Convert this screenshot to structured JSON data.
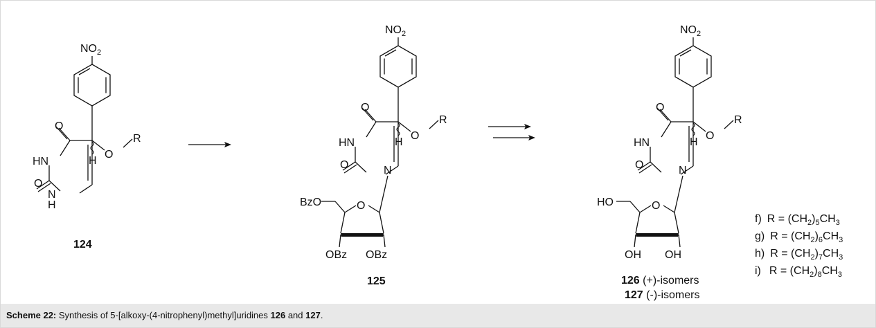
{
  "scheme": {
    "groups": {
      "nitro": "NO",
      "nitro_sub": "2",
      "carbonyl": "O",
      "nh": "HN",
      "nh_h": "H",
      "ring_n": "N",
      "alkoxy_o": "O",
      "alkoxy_r": "R",
      "methine_h": "H",
      "ring_o": "O",
      "bzo": "BzO",
      "obz": "OBz",
      "ho": "HO",
      "oh": "OH"
    },
    "compounds": {
      "c124": "124",
      "c125": "125",
      "c126": "126",
      "c126_note": "(+)-isomers",
      "c127": "127",
      "c127_note": "(-)-isomers"
    },
    "substituents": [
      {
        "tag": "f)",
        "lhs": "R = (CH",
        "sub": "2",
        "mid": ")",
        "n": "5",
        "end": "CH",
        "end_sub": "3"
      },
      {
        "tag": "g)",
        "lhs": "R = (CH",
        "sub": "2",
        "mid": ")",
        "n": "6",
        "end": "CH",
        "end_sub": "3"
      },
      {
        "tag": "h)",
        "lhs": "R = (CH",
        "sub": "2",
        "mid": ")",
        "n": "7",
        "end": "CH",
        "end_sub": "3"
      },
      {
        "tag": "i)",
        "lhs": "R = (CH",
        "sub": "2",
        "mid": ")",
        "n": "8",
        "end": "CH",
        "end_sub": "3"
      }
    ]
  },
  "caption": {
    "label": "Scheme 22:",
    "text_a": " Synthesis of 5-[alkoxy-(4-nitrophenyl)methyl]uridines ",
    "ref1": "126",
    "text_b": " and ",
    "ref2": "127",
    "text_c": "."
  }
}
